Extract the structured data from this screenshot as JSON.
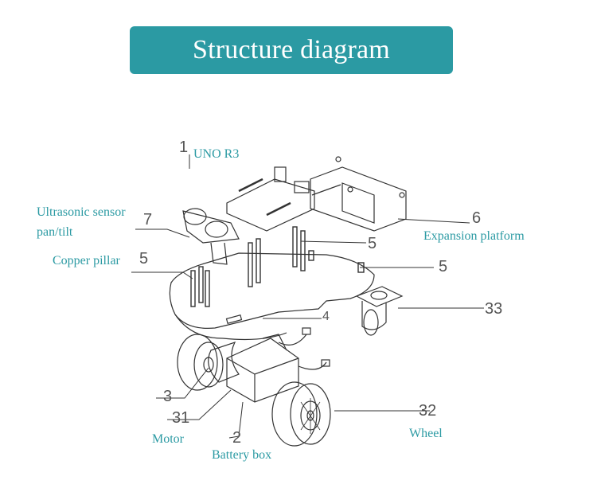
{
  "title": "Structure diagram",
  "colors": {
    "banner": "#2b9aa3",
    "label": "#2b9aa3",
    "line": "#333333"
  },
  "callouts": [
    {
      "id": "uno",
      "number": "1",
      "label": "UNO R3"
    },
    {
      "id": "ultrasonic",
      "number": "7",
      "label_line1": "Ultrasonic sensor",
      "label_line2": "pan/tilt"
    },
    {
      "id": "copper",
      "number": "5",
      "label": "Copper pillar"
    },
    {
      "id": "pillar-mid",
      "number": "5"
    },
    {
      "id": "pillar-right",
      "number": "5"
    },
    {
      "id": "chassis",
      "number": "4"
    },
    {
      "id": "expansion",
      "number": "6",
      "label": "Expansion platform"
    },
    {
      "id": "caster",
      "number": "33"
    },
    {
      "id": "motor-3",
      "number": "3"
    },
    {
      "id": "motor",
      "number": "31",
      "label": "Motor"
    },
    {
      "id": "battery",
      "number": "2",
      "label": "Battery box"
    },
    {
      "id": "wheel",
      "number": "32",
      "label": "Wheel"
    }
  ]
}
